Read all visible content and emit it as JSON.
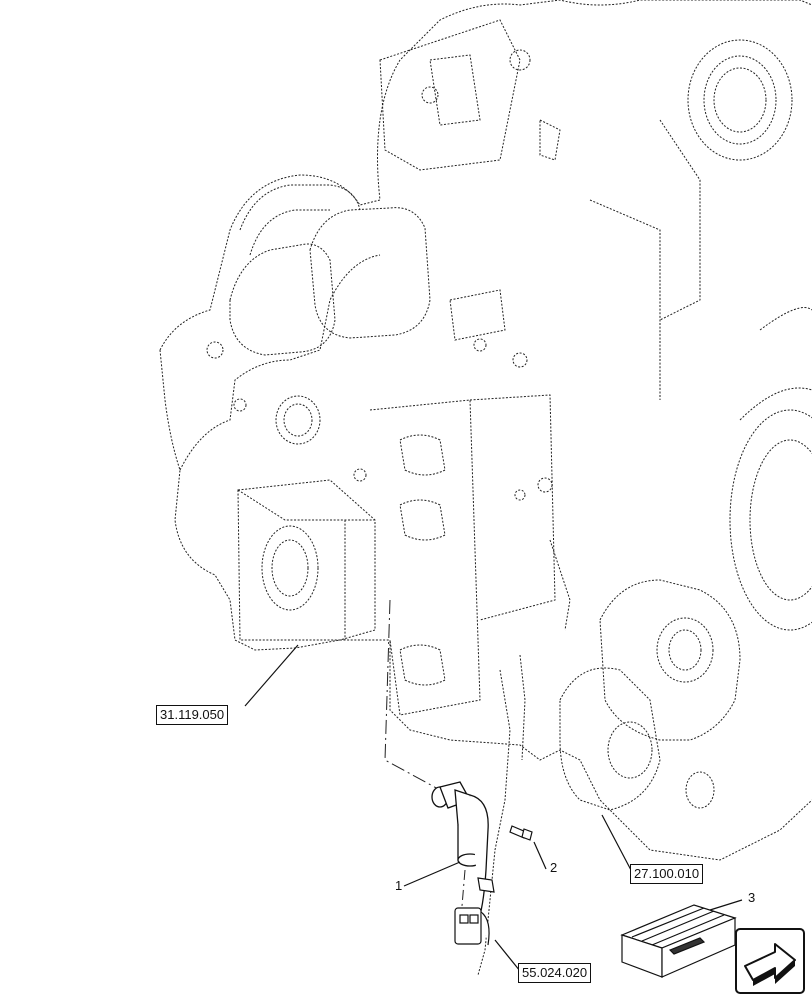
{
  "references": {
    "upper_left": "31.119.050",
    "right": "27.100.010",
    "bottom": "55.024.020"
  },
  "callouts": {
    "item1": "1",
    "item2": "2",
    "item3": "3"
  },
  "icons": {
    "nav": "next-page-arrow-icon",
    "kit": "repair-kit-box-icon"
  }
}
